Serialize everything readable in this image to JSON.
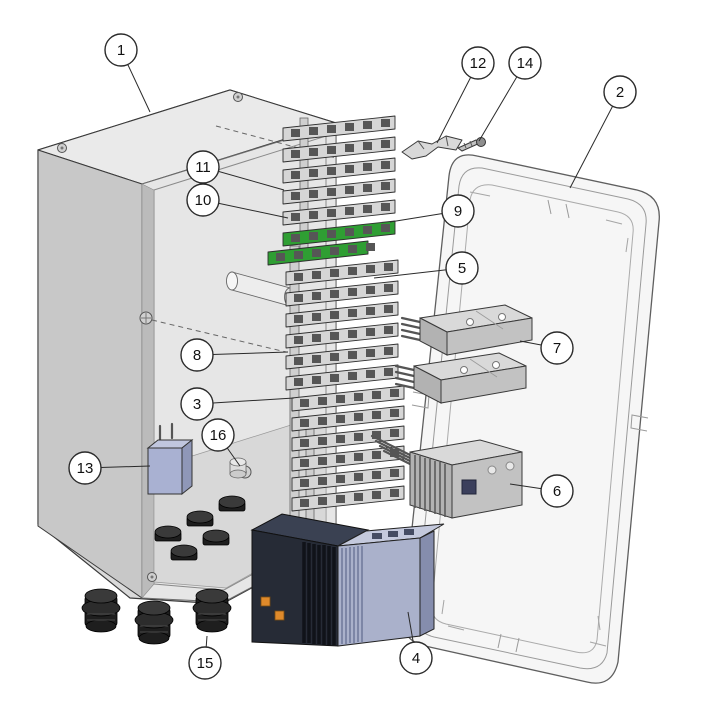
{
  "callouts": [
    {
      "label": "1"
    },
    {
      "label": "2"
    },
    {
      "label": "3"
    },
    {
      "label": "4"
    },
    {
      "label": "5"
    },
    {
      "label": "6"
    },
    {
      "label": "7"
    },
    {
      "label": "8"
    },
    {
      "label": "9"
    },
    {
      "label": "10"
    },
    {
      "label": "11"
    },
    {
      "label": "12"
    },
    {
      "label": "13"
    },
    {
      "label": "14"
    },
    {
      "label": "15"
    },
    {
      "label": "16"
    }
  ],
  "colors": {
    "outline": "#3a3a3a",
    "box_fill": "#dadada",
    "box_top": "#eaeaea",
    "box_left": "#c8c8c8",
    "cavity": "#e6e6e6",
    "floor": "#d8d8d8",
    "lid_stroke": "#5f5f5f",
    "terminal_gray": "#d6d6d6",
    "terminal_green": "#2f9e33",
    "rail_gray": "#cfcfcf",
    "metal_light": "#d9d9d9",
    "module_dark": "#262b36",
    "module_dark_top": "#3a4152",
    "module_blue": "#aab1cb",
    "module_blue_top": "#c4c9dd",
    "accent_orange": "#df8a2b",
    "gland_dark": "#1e1e1e"
  }
}
